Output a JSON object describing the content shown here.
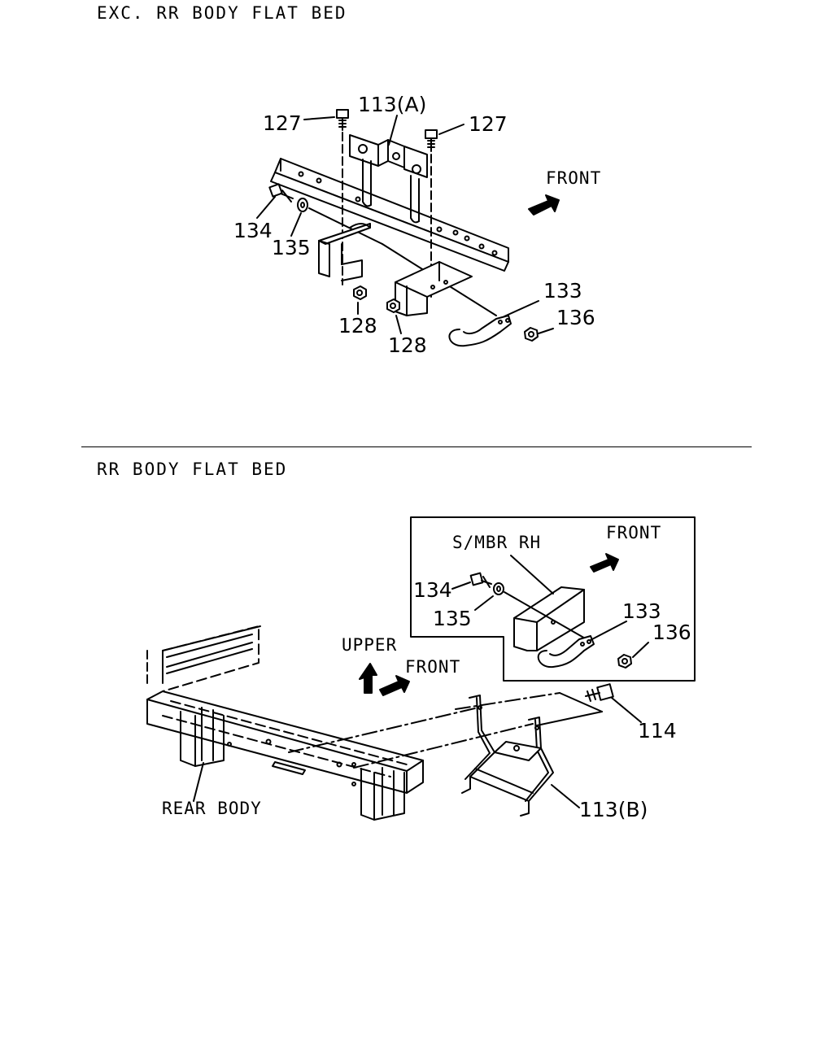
{
  "sections": {
    "top_title": "EXC. RR BODY FLAT BED",
    "bottom_title": "RR BODY FLAT BED"
  },
  "top_labels": {
    "bracket_a": "113(A)",
    "bolt_left": "127",
    "bolt_right": "127",
    "front": "FRONT",
    "bolt_134": "134",
    "washer_135": "135",
    "nut_left": "128",
    "nut_right": "128",
    "hook_133": "133",
    "nut_136": "136"
  },
  "bottom_labels": {
    "smbr": "S/MBR RH",
    "front_inset": "FRONT",
    "bolt_134": "134",
    "washer_135": "135",
    "hook_133": "133",
    "nut_136": "136",
    "upper": "UPPER",
    "front_main": "FRONT",
    "bolt_114": "114",
    "rear_body": "REAR BODY",
    "bracket_b": "113(B)"
  }
}
